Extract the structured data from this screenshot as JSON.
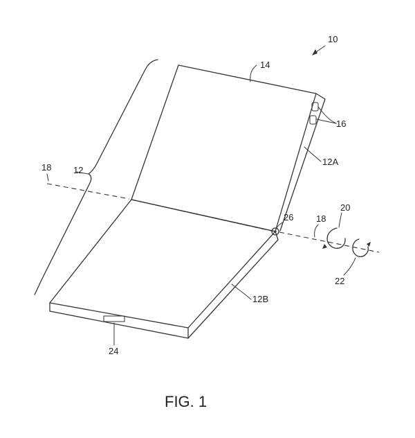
{
  "figure": {
    "caption": "FIG. 1",
    "labels": {
      "device": "10",
      "display": "14",
      "buttons": "16",
      "bracket_device": "12",
      "upper_housing": "12A",
      "lower_housing": "12B",
      "axis_left": "18",
      "axis_right": "18",
      "rotation_a": "20",
      "rotation_b": "22",
      "port": "24",
      "hinge": "26"
    }
  }
}
